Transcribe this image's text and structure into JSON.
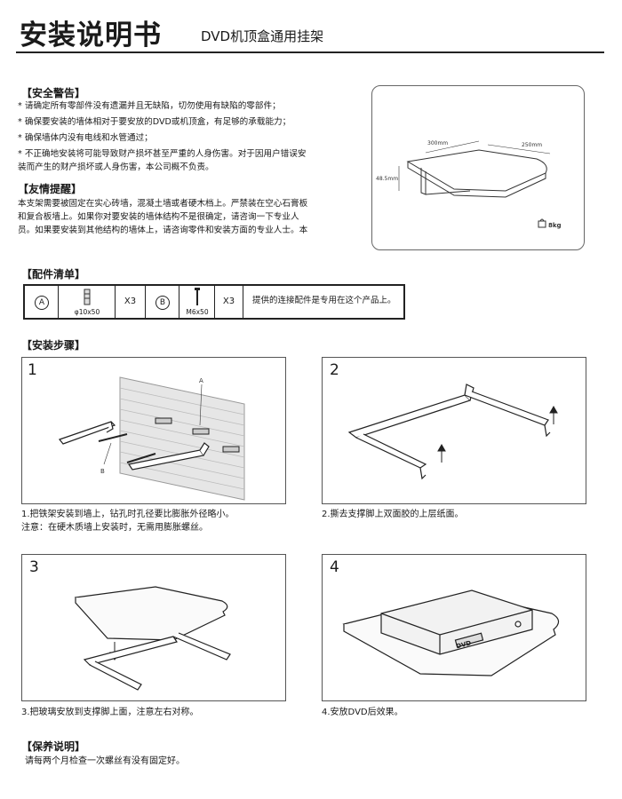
{
  "header": {
    "title": "安装说明书",
    "subtitle": "DVD机顶盒通用挂架"
  },
  "safety": {
    "heading": "【安全警告】",
    "items": [
      "* 请确定所有零部件没有遗漏并且无缺陷，切勿使用有缺陷的零部件；",
      "* 确保要安装的墙体相对于要安放的DVD或机顶盒，有足够的承载能力；",
      "* 确保墙体内没有电线和水管通过；",
      "* 不正确地安装将可能导致财产损坏甚至严重的人身伤害。对于因用户错误安",
      "装而产生的财产损坏或人身伤害，本公司概不负责。"
    ]
  },
  "tips": {
    "heading": "【友情提醒】",
    "lines": [
      "本支架需要被固定在实心砖墙，混凝土墙或者硬木档上。严禁装在空心石膏板",
      "和复合板墙上。如果你对要安装的墙体结构不是很确定，请咨询一下专业人",
      "员。如果要安装到其他结构的墙体上，请咨询零件和安装方面的专业人士。本"
    ]
  },
  "spec": {
    "width": "300mm",
    "depth": "250mm",
    "height": "48.5mm",
    "load": "8kg"
  },
  "parts": {
    "heading": "【配件清单】",
    "a_label": "A",
    "a_size": "φ10x50",
    "a_qty": "X3",
    "b_label": "B",
    "b_size": "M6x50",
    "b_qty": "X3",
    "note": "提供的连接配件是专用在这个产品上。"
  },
  "steps": {
    "heading": "【安装步骤】",
    "s1": {
      "num": "1",
      "line1": "1.把铁架安装到墙上，钻孔时孔径要比膨胀外径略小。",
      "line2": "注意：在硬木质墙上安装时，无需用膨胀螺丝。",
      "label_a": "A",
      "label_b": "B"
    },
    "s2": {
      "num": "2",
      "line1": "2.撕去支撑脚上双面胶的上层纸面。"
    },
    "s3": {
      "num": "3",
      "line1": "3.把玻璃安放到支撑脚上面，注意左右对称。"
    },
    "s4": {
      "num": "4",
      "line1": "4.安放DVD后效果。",
      "dvd": "DVD"
    }
  },
  "care": {
    "heading": "【保养说明】",
    "text": "请每两个月检查一次螺丝有没有固定好。"
  }
}
